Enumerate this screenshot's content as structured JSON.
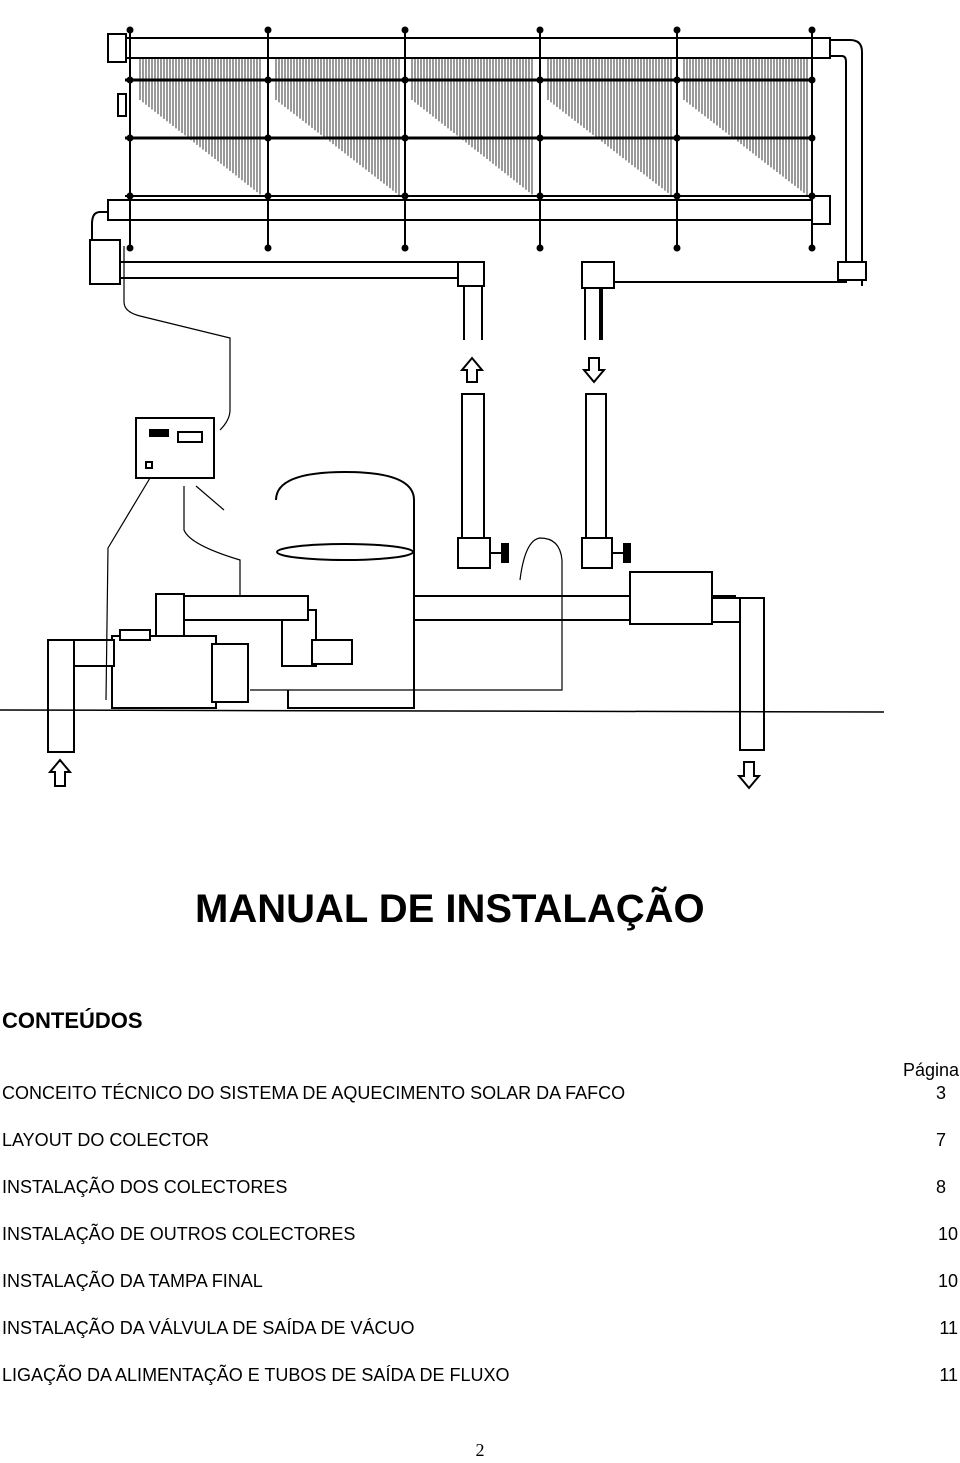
{
  "document": {
    "title": "MANUAL DE INSTALAÇÃO",
    "section_title": "CONTEÚDOS",
    "page_column_header": "Página",
    "toc": [
      {
        "label": "CONCEITO TÉCNICO DO SISTEMA DE AQUECIMENTO SOLAR DA FAFCO",
        "page": "3"
      },
      {
        "label": "LAYOUT DO COLECTOR",
        "page": "7"
      },
      {
        "label": "INSTALAÇÃO DOS COLECTORES",
        "page": "8"
      },
      {
        "label": "INSTALAÇÃO DE OUTROS COLECTORES",
        "page": "10"
      },
      {
        "label": "INSTALAÇÃO DA TAMPA FINAL",
        "page": "10"
      },
      {
        "label": "INSTALAÇÃO DA VÁLVULA DE SAÍDA DE VÁCUO",
        "page": "11"
      },
      {
        "label": "LIGAÇÃO DA ALIMENTAÇÃO E TUBOS DE SAÍDA DE FLUXO",
        "page": "11"
      }
    ],
    "page_number": "2"
  },
  "diagram": {
    "controller_label": "",
    "icons": [
      "up-arrow-icon",
      "down-arrow-icon"
    ]
  }
}
